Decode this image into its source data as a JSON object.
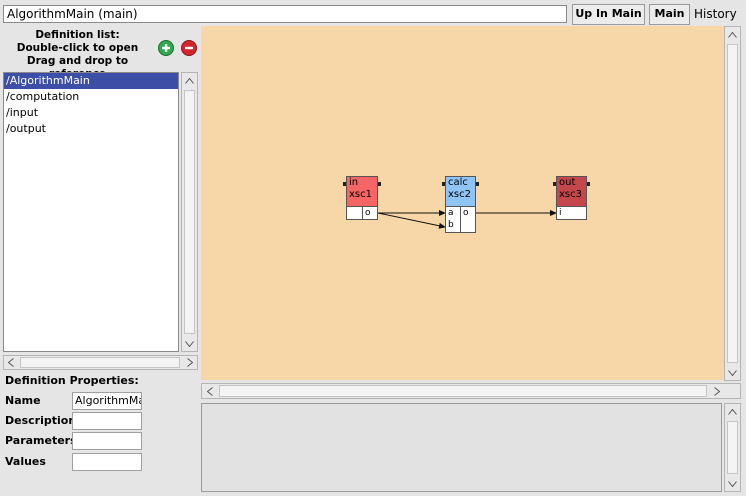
{
  "header": {
    "title_value": "AlgorithmMain (main)",
    "up_in_main_label": "Up In Main",
    "main_label": "Main",
    "history_label": "History"
  },
  "definitions": {
    "heading_lines": [
      "Definition list:",
      "Double-click to open",
      "Drag and drop to reference"
    ],
    "add_icon": "plus-circle-icon",
    "remove_icon": "minus-circle-icon",
    "items": [
      {
        "label": "/AlgorithmMain",
        "selected": true
      },
      {
        "label": "/computation",
        "selected": false
      },
      {
        "label": "/input",
        "selected": false
      },
      {
        "label": "/output",
        "selected": false
      }
    ]
  },
  "properties": {
    "heading": "Definition Properties:",
    "fields": [
      {
        "label": "Name",
        "value": "AlgorithmMa"
      },
      {
        "label": "Description",
        "value": ""
      },
      {
        "label": "Parameters",
        "value": ""
      },
      {
        "label": "Values",
        "value": ""
      }
    ]
  },
  "diagram": {
    "nodes": [
      {
        "name": "in",
        "type": "xsc1",
        "color": "#f56565",
        "inputs": [],
        "outputs": [
          "o"
        ]
      },
      {
        "name": "calc",
        "type": "xsc2",
        "color": "#8fc4f6",
        "inputs": [
          "a",
          "b"
        ],
        "outputs": [
          "o"
        ]
      },
      {
        "name": "out",
        "type": "xsc3",
        "color": "#c5474b",
        "inputs": [
          "i"
        ],
        "outputs": []
      }
    ],
    "edges": [
      {
        "from": "in.o",
        "to": "calc.a"
      },
      {
        "from": "in.o",
        "to": "calc.b"
      },
      {
        "from": "calc.o",
        "to": "out.i"
      }
    ]
  },
  "colors": {
    "canvas": "#f7d7a8",
    "selection": "#3c4ea6",
    "add_green": "#2fa84f",
    "remove_red": "#d2262d"
  }
}
